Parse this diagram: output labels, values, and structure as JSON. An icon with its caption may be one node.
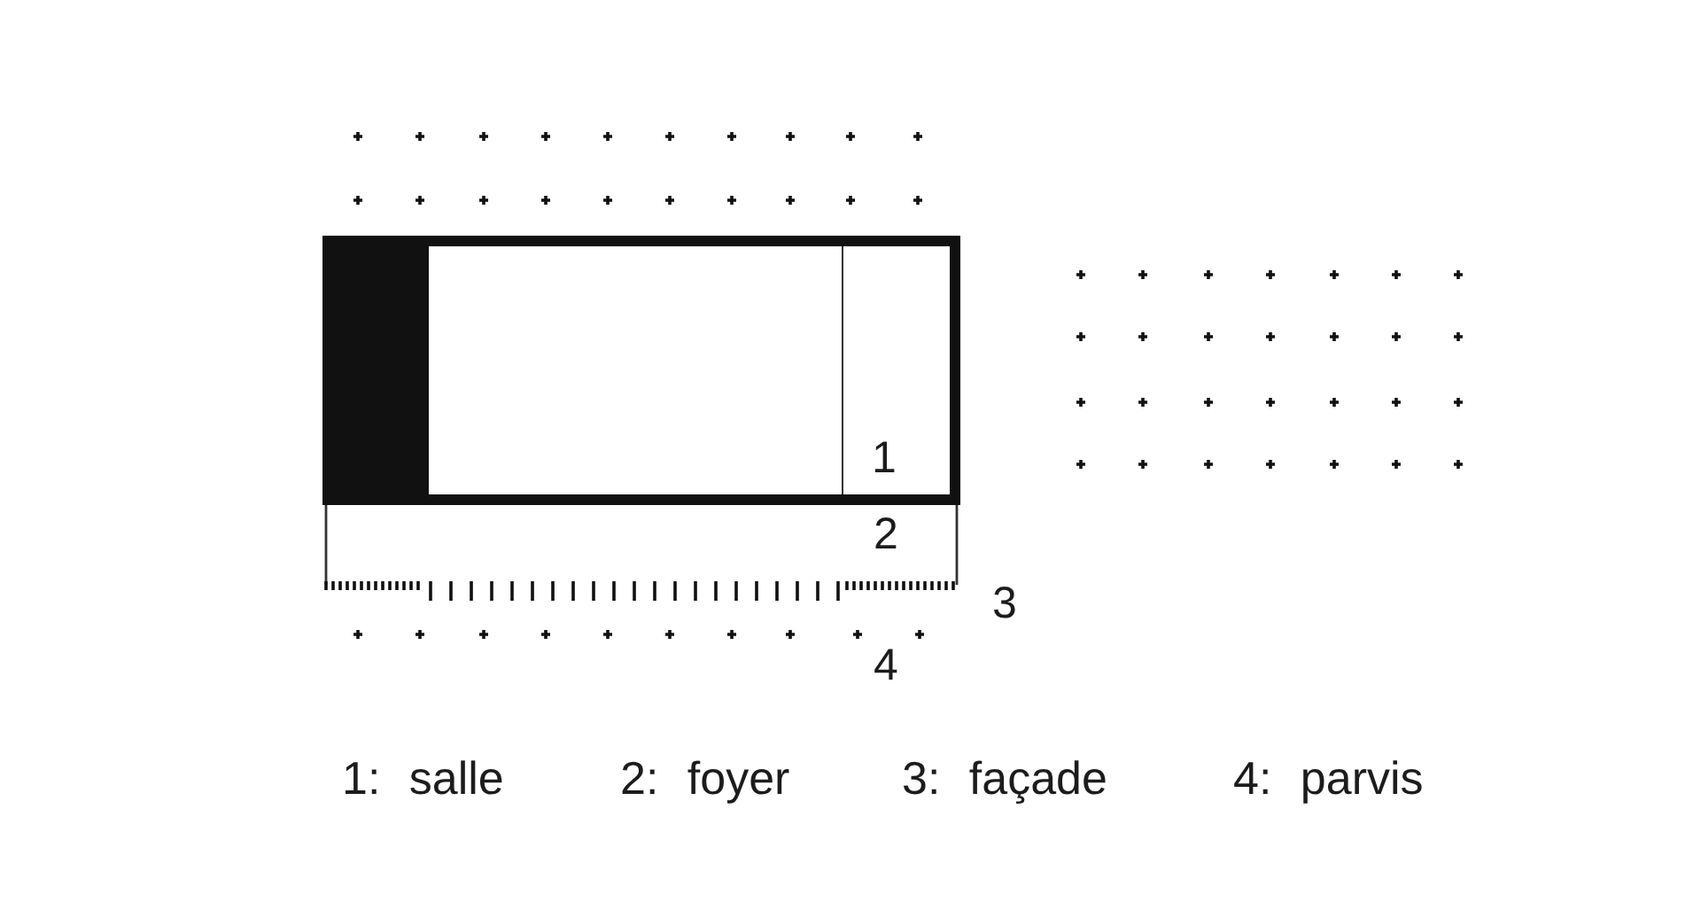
{
  "diagram": {
    "labels": [
      "1",
      "2",
      "3",
      "4",
      "1: salle",
      "2: foyer",
      "3: façade",
      "4: parvis"
    ]
  }
}
